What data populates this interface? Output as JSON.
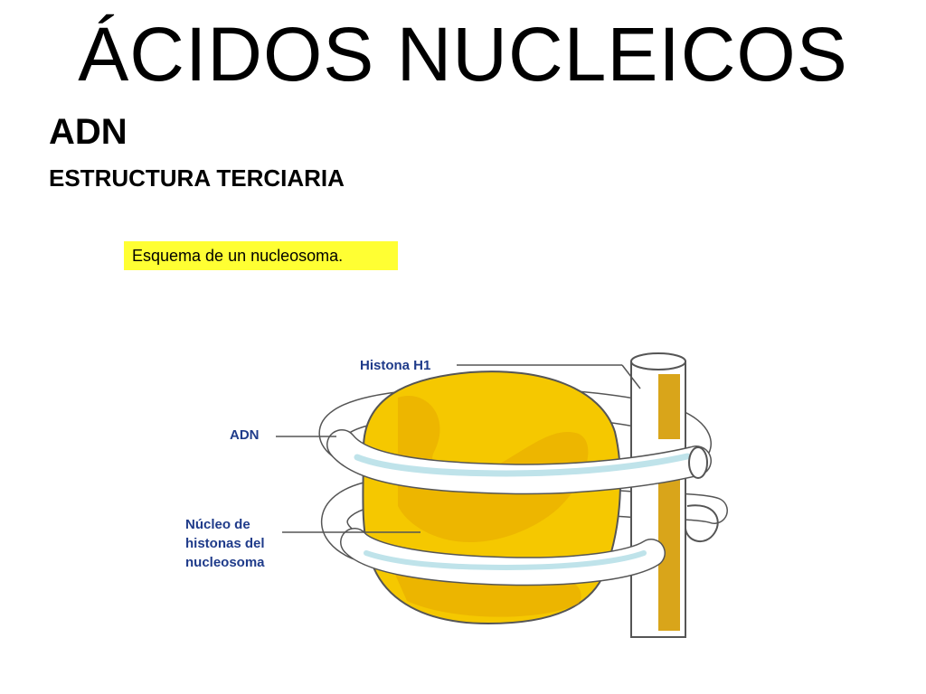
{
  "slide": {
    "title": "ÁCIDOS NUCLEICOS",
    "subtitle": "ADN",
    "section": "ESTRUCTURA TERCIARIA"
  },
  "diagram": {
    "caption": "Esquema de un nucleosoma.",
    "labels": {
      "histona_h1": "Histona H1",
      "adn": "ADN",
      "nucleo_line1": "Núcleo de",
      "nucleo_line2": "histonas del",
      "nucleo_line3": "nucleosoma"
    },
    "colors": {
      "label_text": "#1f3b8a",
      "core": "#f5c800",
      "core_shade": "#e6a800",
      "dna_tube": "#ffffff",
      "dna_stripe": "#bfe3ea",
      "rod": "#ffffff",
      "rod_stripe": "#d9a51a",
      "caption_bg": "#ffff33"
    }
  }
}
